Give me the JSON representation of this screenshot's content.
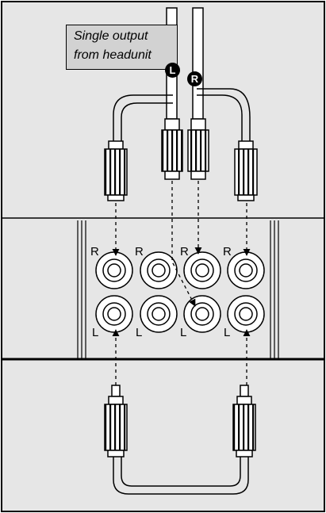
{
  "label_box": {
    "line1": "Single output",
    "line2": "from headunit"
  },
  "channel_badges": {
    "left": "L",
    "right": "R"
  },
  "jack_labels": {
    "top_row": [
      "R",
      "R",
      "R",
      "R"
    ],
    "bottom_row": [
      "L",
      "L",
      "L",
      "L"
    ]
  },
  "colors": {
    "panel": "#e6e6e6",
    "label_bg": "#d2d2d2",
    "stroke": "#000000"
  }
}
